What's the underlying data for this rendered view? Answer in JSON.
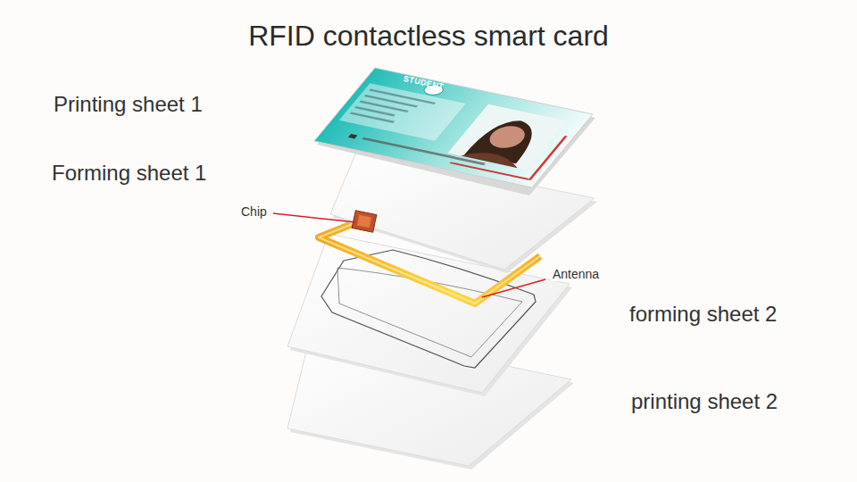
{
  "diagram": {
    "title": "RFID contactless smart card",
    "labels": [
      "Printing sheet 1",
      "Forming sheet 1",
      "Chip",
      "Antenna",
      "forming sheet 2",
      "printing sheet 2",
      "STUDENT"
    ]
  }
}
